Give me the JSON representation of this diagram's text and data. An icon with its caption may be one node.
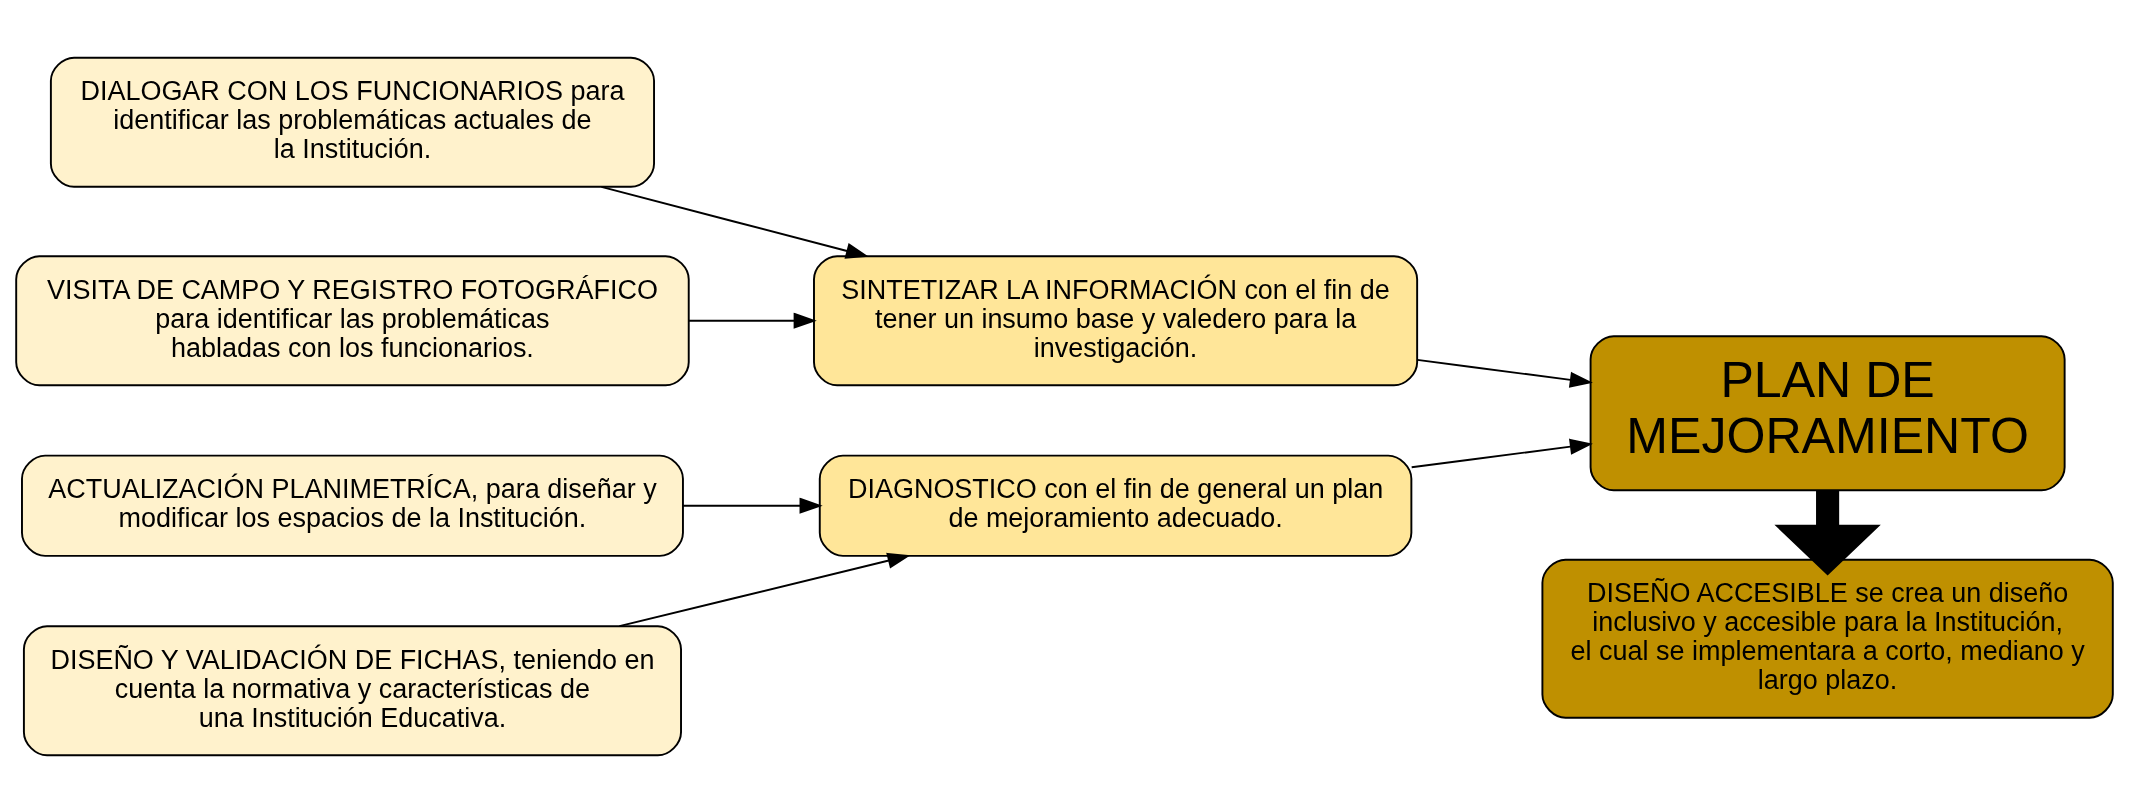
{
  "diagram": {
    "nodes": [
      {
        "text": [
          "DIALOGAR CON LOS FUNCIONARIOS para identificar las problemáticas actuales de la Institución."
        ]
      },
      {
        "text": [
          "VISITA DE CAMPO Y REGISTRO FOTOGRÁFICO para identificar las problemáticas habladas con los funcionarios."
        ]
      },
      {
        "text": [
          "ACTUALIZACIÓN PLANIMETRÍCA, para diseñar y modificar los espacios de la Institución."
        ]
      },
      {
        "text": [
          "DISEÑO Y VALIDACIÓN DE FICHAS, teniendo en cuenta la normativa y características de una Institución Educativa."
        ]
      },
      {
        "text": [
          "SINTETIZAR LA INFORMACIÓN con el fin de tener un insumo base y valedero para la investigación."
        ]
      },
      {
        "text": [
          "DIAGNOSTICO con el fin de general un plan de mejoramiento adecuado."
        ]
      },
      {
        "text": [
          "PLAN DE MEJORAMIENTO"
        ]
      },
      {
        "text": [
          "DISEÑO ACCESIBLE se crea un diseño inclusivo y accesible para la Institución, el cual se implementara a corto, mediano y largo plazo."
        ]
      }
    ],
    "edges": [
      {
        "from": 0,
        "to": 4,
        "arrow": "to"
      },
      {
        "from": 1,
        "to": 4,
        "arrow": "to"
      },
      {
        "from": 2,
        "to": 5,
        "arrow": "to"
      },
      {
        "from": 3,
        "to": 5,
        "arrow": "to"
      },
      {
        "from": 4,
        "to": 6,
        "arrow": "to"
      },
      {
        "from": 5,
        "to": 6,
        "arrow": "to"
      },
      {
        "from": 6,
        "to": 7,
        "arrow": "to",
        "style": "thick"
      }
    ]
  }
}
